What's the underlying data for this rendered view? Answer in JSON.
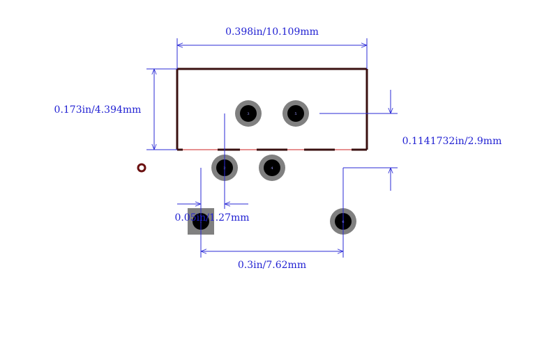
{
  "colors": {
    "dimension": "#2a2ad6",
    "outline": "#3a1010",
    "outline_edge": "#cc2222",
    "pad": "#808080",
    "hole": "#000000",
    "marker": "#6a1010"
  },
  "dimensions": {
    "width": "0.398in/10.109mm",
    "height": "0.173in/4.394mm",
    "row_offset": "0.1141732in/2.9mm",
    "pin_pitch": "0.05in/1.27mm",
    "row_span": "0.3in/7.62mm"
  },
  "pins": [
    {
      "label": "1",
      "shape": "square"
    },
    {
      "label": "2",
      "shape": "round"
    },
    {
      "label": "3",
      "shape": "round"
    },
    {
      "label": "4",
      "shape": "round"
    },
    {
      "label": "5",
      "shape": "round"
    },
    {
      "label": "6",
      "shape": "round"
    }
  ],
  "markers": {
    "pin1_indicator": "ring-icon"
  }
}
